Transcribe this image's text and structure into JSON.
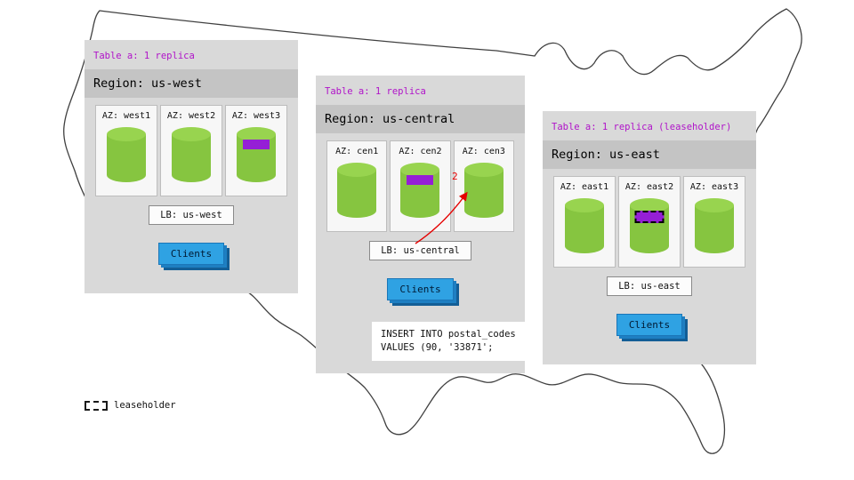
{
  "colors": {
    "panel_bg": "#d9d9d9",
    "region_bar_bg": "#c4c4c4",
    "header_text_purple": "#b013c9",
    "cylinder_green": "#86c540",
    "cylinder_green_top": "#98d44f",
    "replica_purple": "#951fd6",
    "clients_blue": "#2fa2e3",
    "arrow_red": "#e50000"
  },
  "panels": {
    "west": {
      "header": "Table a: 1 replica",
      "region": "Region: us-west",
      "azs": [
        {
          "label": "AZ: west1",
          "replica": "none"
        },
        {
          "label": "AZ: west2",
          "replica": "none"
        },
        {
          "label": "AZ: west3",
          "replica": "solid"
        }
      ],
      "lb": "LB: us-west",
      "clients": "Clients"
    },
    "central": {
      "header": "Table a: 1 replica",
      "region": "Region: us-central",
      "azs": [
        {
          "label": "AZ: cen1",
          "replica": "none"
        },
        {
          "label": "AZ: cen2",
          "replica": "solid"
        },
        {
          "label": "AZ: cen3",
          "replica": "none"
        }
      ],
      "lb": "LB: us-central",
      "clients": "Clients",
      "arrow_label": "2",
      "query": "INSERT INTO postal_codes\nVALUES (90, '33871';"
    },
    "east": {
      "header": "Table a: 1 replica (leaseholder)",
      "region": "Region: us-east",
      "azs": [
        {
          "label": "AZ: east1",
          "replica": "none"
        },
        {
          "label": "AZ: east2",
          "replica": "leaseholder"
        },
        {
          "label": "AZ: east3",
          "replica": "none"
        }
      ],
      "lb": "LB: us-east",
      "clients": "Clients"
    }
  },
  "legend": {
    "label": "leaseholder"
  }
}
